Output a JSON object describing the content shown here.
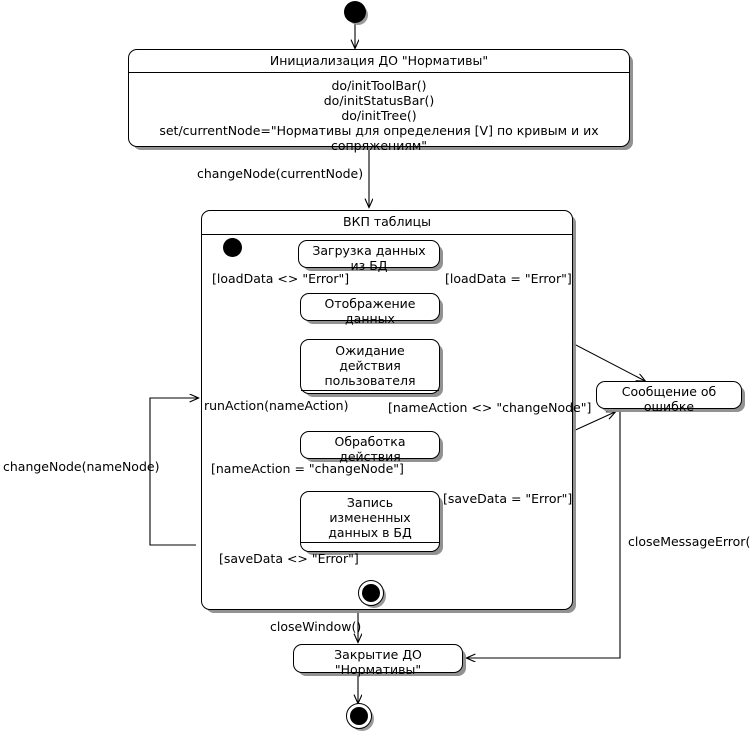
{
  "diagram": {
    "type": "uml-state-machine",
    "language": "ru",
    "title_state": "Инициализация ДО \"Нормативы\"",
    "init_actions": [
      "do/initToolBar()",
      "do/initStatusBar()",
      "do/initTree()",
      "set/currentNode=\"Нормативы для определения [V] по кривым и их сопряжениям\""
    ]
  },
  "states": {
    "init": {
      "label": "Инициализация ДО \"Нормативы\""
    },
    "composite": {
      "label": "ВКП таблицы"
    },
    "load": {
      "label": "Загрузка данных из БД"
    },
    "display": {
      "label": "Отображение данных"
    },
    "wait": {
      "label_line1": "Ожидание действия",
      "label_line2": "пользователя"
    },
    "process": {
      "label": "Обработка действия"
    },
    "save": {
      "label_line1": "Запись измененных",
      "label_line2": "данных в БД"
    },
    "error": {
      "label": "Сообщение об ошибке"
    },
    "close": {
      "label": "Закрытие ДО \"Нормативы\""
    }
  },
  "transitions": {
    "change_current_node": "changeNode(currentNode)",
    "load_ok": "[loadData <> \"Error\"]",
    "load_error": "[loadData = \"Error\"]",
    "run_action": "runAction(nameAction)",
    "name_action_ne": "[nameAction <> \"changeNode\"]",
    "name_action_eq": "[nameAction = \"changeNode\"]",
    "save_error": "[saveData = \"Error\"]",
    "save_ok": "[saveData <> \"Error\"]",
    "change_node_name": "changeNode(nameNode)",
    "close_window": "closeWindow()",
    "close_message_error": "closeMessageError()"
  },
  "colors": {
    "stroke": "#000000",
    "fill": "#ffffff",
    "shadow": "#8c8c8c"
  }
}
